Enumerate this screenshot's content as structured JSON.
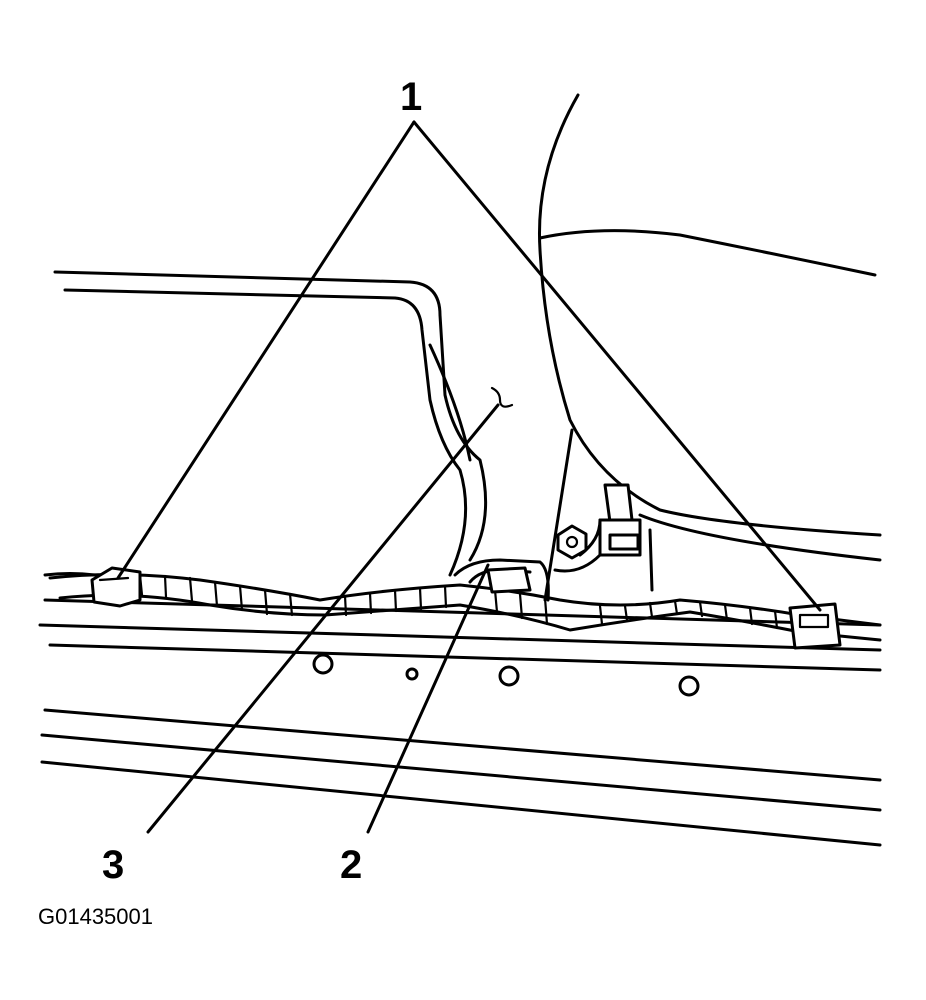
{
  "callouts": [
    {
      "id": "1",
      "label": "1"
    },
    {
      "id": "2",
      "label": "2"
    },
    {
      "id": "3",
      "label": "3"
    }
  ],
  "figure_id": "G01435001"
}
